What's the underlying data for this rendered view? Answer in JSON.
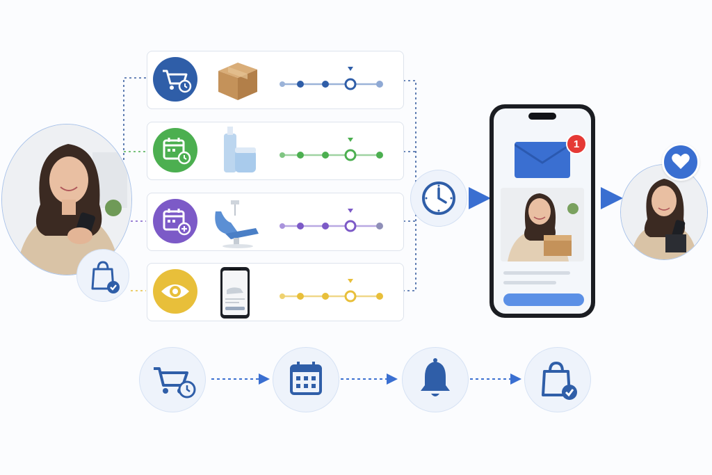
{
  "notification": {
    "badge_count": "1"
  },
  "colors": {
    "cart": "#2f5ea8",
    "calendar": "#4caf50",
    "dental": "#7c5ac7",
    "view": "#e8bf3a",
    "accent": "#3a6fd1",
    "badge": "#e53935"
  },
  "rows": [
    {
      "id": "cart",
      "icon": "cart-clock-icon",
      "product": "cardboard-box",
      "progress_step": 3,
      "steps": 4
    },
    {
      "id": "calendar",
      "icon": "calendar-clock-icon",
      "product": "skincare-bottles",
      "progress_step": 3,
      "steps": 4
    },
    {
      "id": "dental",
      "icon": "calendar-plus-icon",
      "product": "dental-chair",
      "progress_step": 3,
      "steps": 4
    },
    {
      "id": "view",
      "icon": "eye-icon",
      "product": "phone-product-page",
      "progress_step": 3,
      "steps": 4
    }
  ],
  "flow_steps": [
    {
      "icon": "cart-clock-icon"
    },
    {
      "icon": "calendar-icon"
    },
    {
      "icon": "bell-icon"
    },
    {
      "icon": "bag-check-icon"
    }
  ]
}
